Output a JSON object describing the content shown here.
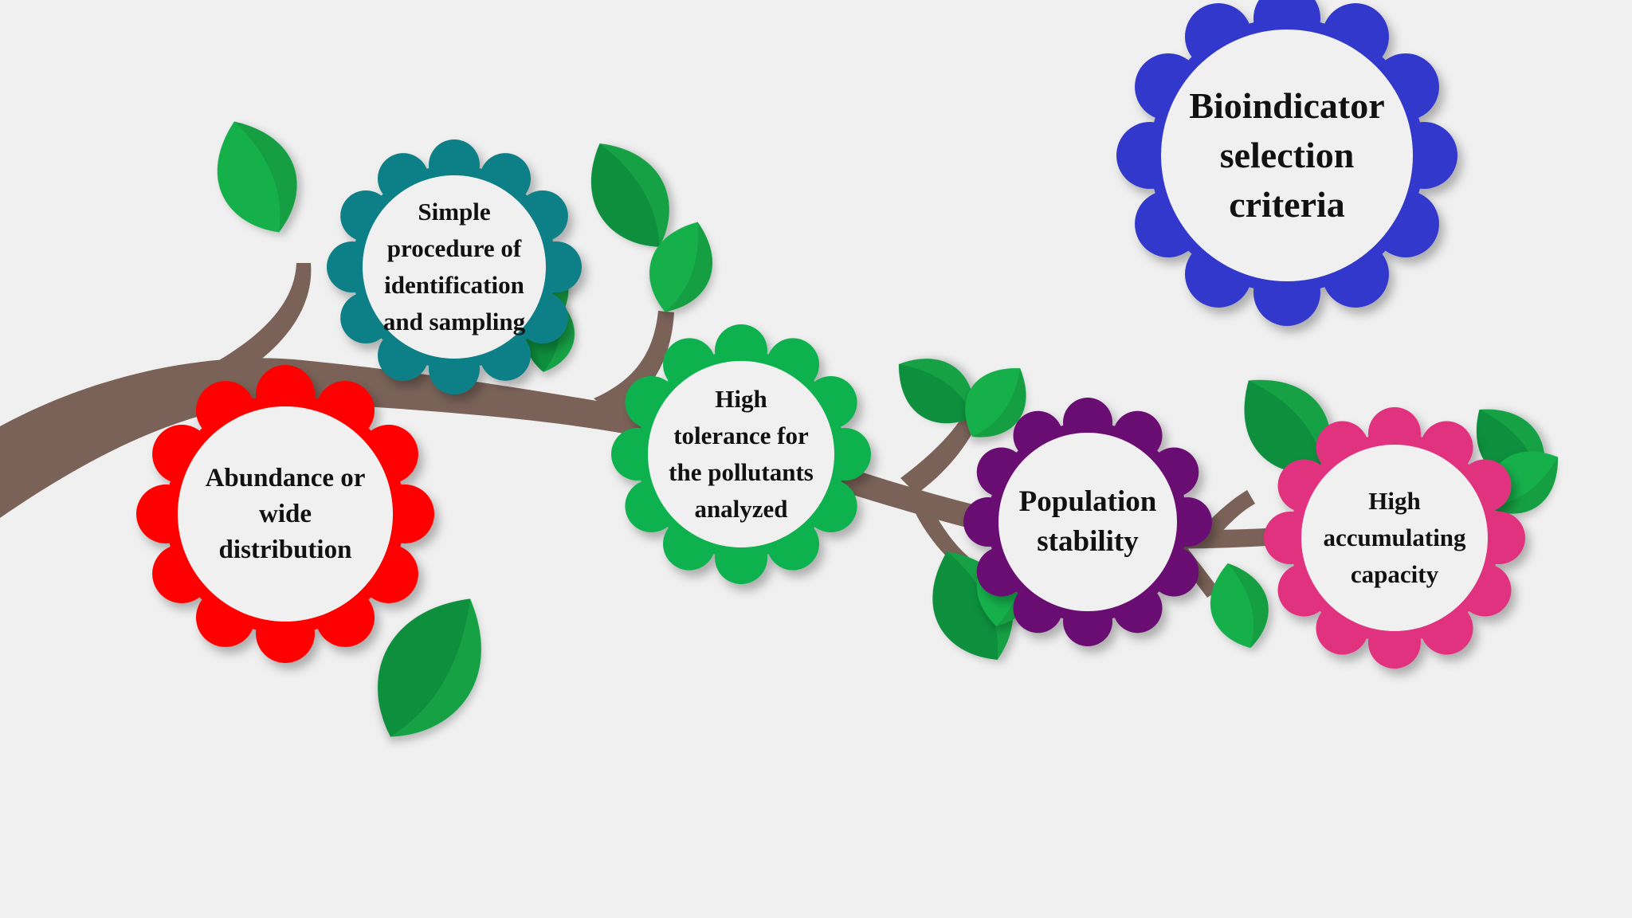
{
  "title": {
    "lines": [
      "Bioindicator",
      "selection",
      "criteria"
    ],
    "petal_color": "#3237cc"
  },
  "criteria": [
    {
      "id": "abundance",
      "lines": [
        "Abundance or",
        "wide",
        "distribution"
      ],
      "petal_color": "#ff0000"
    },
    {
      "id": "simple-procedure",
      "lines": [
        "Simple",
        "procedure of",
        "identification",
        "and sampling"
      ],
      "petal_color": "#0e7f86"
    },
    {
      "id": "high-tolerance",
      "lines": [
        "High",
        "tolerance for",
        "the pollutants",
        "analyzed"
      ],
      "petal_color": "#11b24f"
    },
    {
      "id": "population-stability",
      "lines": [
        "Population",
        "stability"
      ],
      "petal_color": "#6b0a72"
    },
    {
      "id": "high-accumulating",
      "lines": [
        "High",
        "accumulating",
        "capacity"
      ],
      "petal_color": "#e0307f"
    }
  ],
  "colors": {
    "branch": "#7a6258",
    "leaf_dark": "#0f8f3d",
    "leaf_light": "#19b04c",
    "center": "#f0f0f0"
  }
}
